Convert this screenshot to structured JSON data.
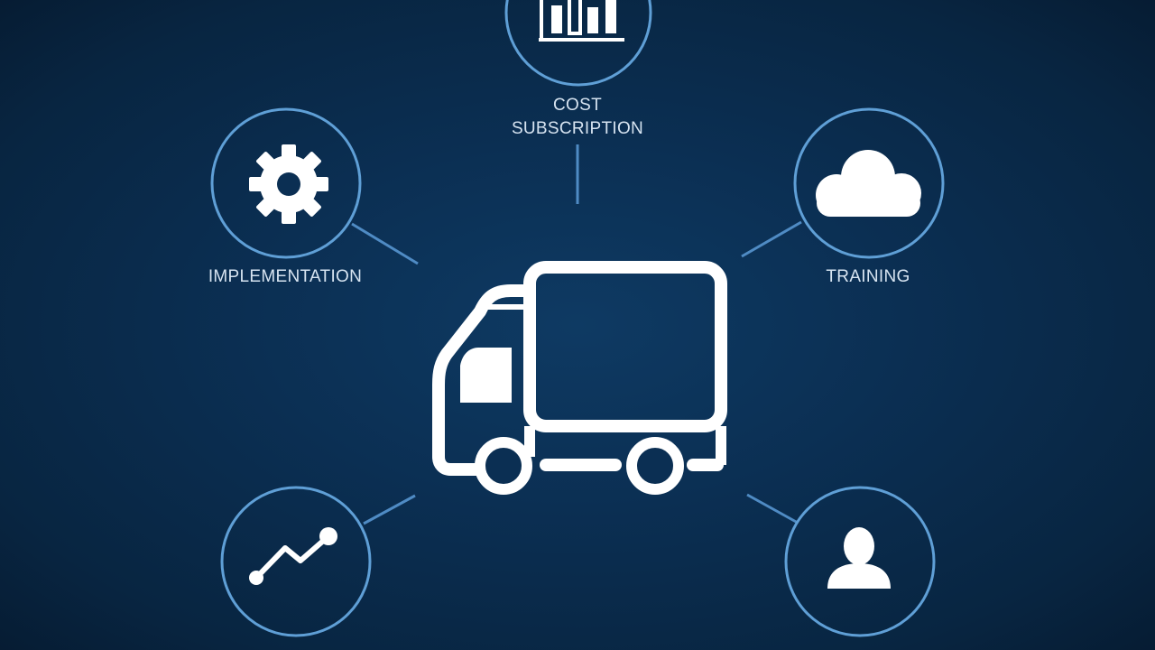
{
  "nodes": {
    "cost_subscription": {
      "label_line1": "COST",
      "label_line2": "SUBSCRIPTION",
      "icon": "bar-chart-icon"
    },
    "implementation": {
      "label": "IMPLEMENTATION",
      "icon": "gear-icon"
    },
    "training": {
      "label": "TRAINING",
      "icon": "cloud-icon"
    },
    "bottom_left": {
      "icon": "trend-line-icon"
    },
    "bottom_right": {
      "icon": "user-icon"
    },
    "center": {
      "icon": "truck-icon"
    }
  },
  "colors": {
    "background": "#0b2f53",
    "ring": "#5f9fd6",
    "connector": "#4f8bc4",
    "icon": "#ffffff",
    "label": "#d7e4f1"
  }
}
